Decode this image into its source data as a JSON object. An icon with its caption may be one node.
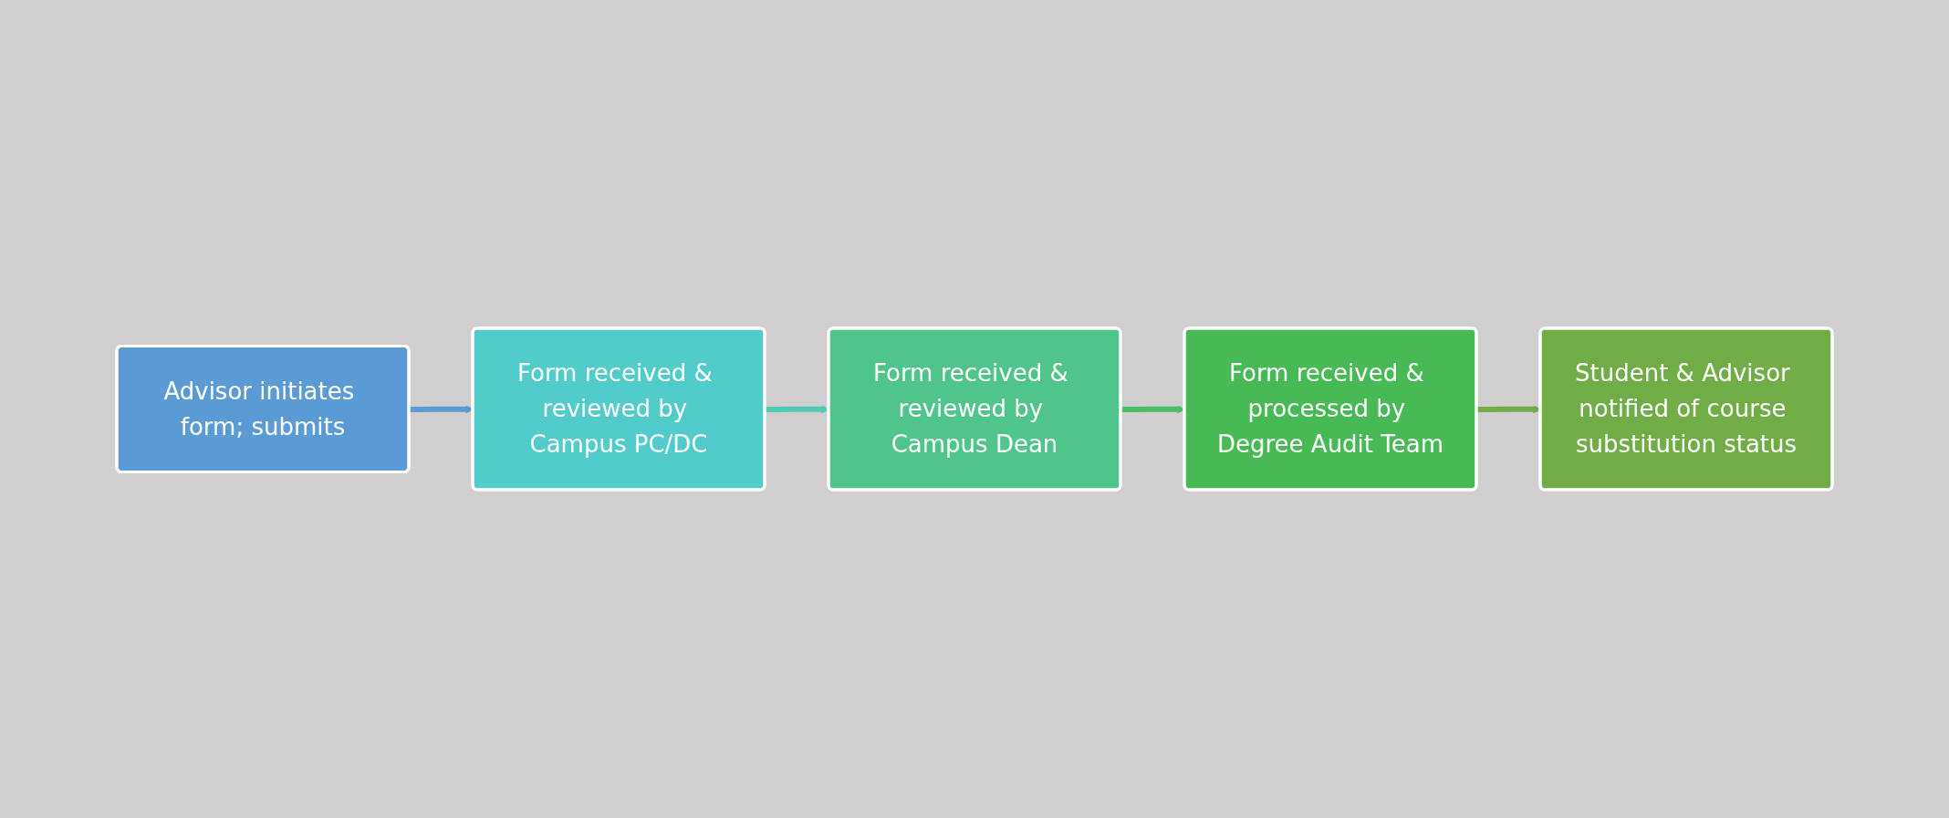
{
  "diagram": {
    "nodes": [
      {
        "text": [
          "Advisor initiates form; submits"
        ]
      },
      {
        "text": [
          "Form received & reviewed by Campus PC/DC"
        ]
      },
      {
        "text": [
          "Form received & reviewed by Campus Dean"
        ]
      },
      {
        "text": [
          "Form received & processed by Degree Audit Team"
        ]
      },
      {
        "text": [
          "Student & Advisor notified of course substitution status"
        ]
      }
    ],
    "edges": [
      {
        "from": 0,
        "to": 1,
        "arrow": "to",
        "color": "#5b9bd5"
      },
      {
        "from": 1,
        "to": 2,
        "arrow": "to",
        "color": "#4fc9b4"
      },
      {
        "from": 2,
        "to": 3,
        "arrow": "to",
        "color": "#47bf62"
      },
      {
        "from": 3,
        "to": 4,
        "arrow": "to",
        "color": "#70ad47"
      }
    ]
  }
}
